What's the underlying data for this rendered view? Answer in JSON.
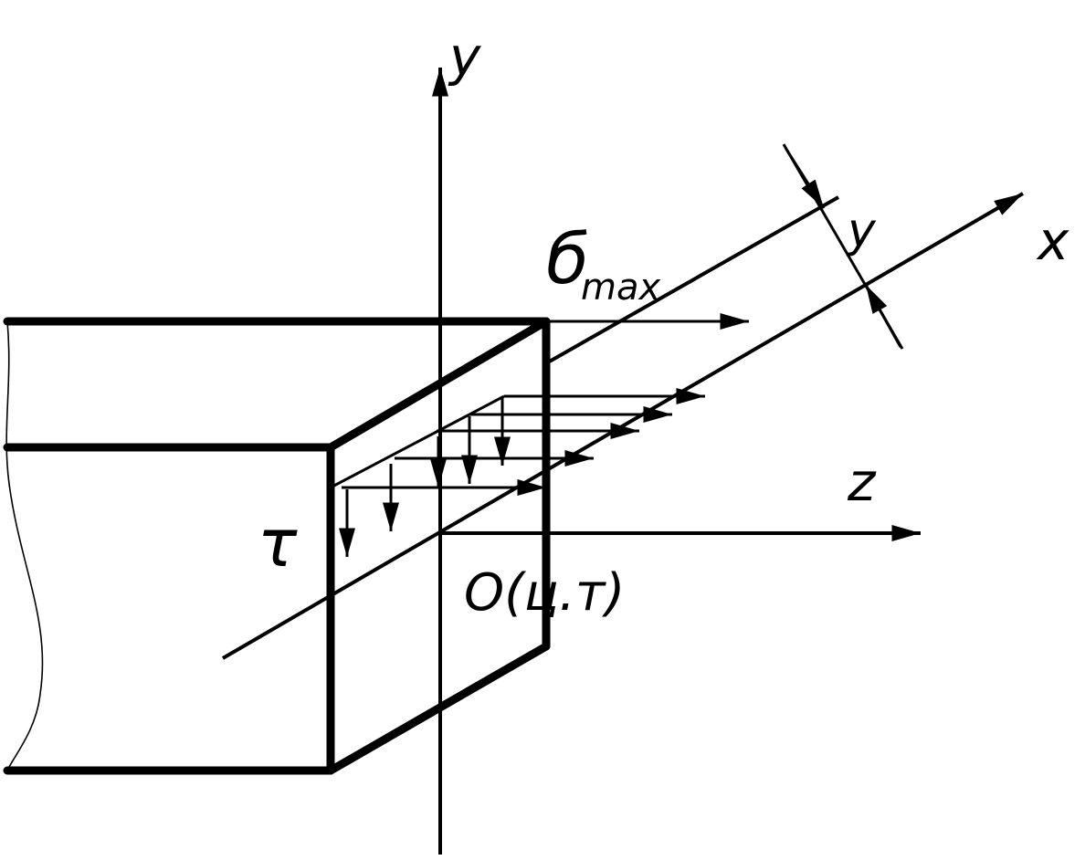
{
  "labels": {
    "axis_y": "y",
    "axis_z": "z",
    "axis_x": "x",
    "dim_y": "y",
    "sigma": "б",
    "sigma_sub": "max",
    "tau": "τ",
    "origin": "O(ц.т)"
  }
}
